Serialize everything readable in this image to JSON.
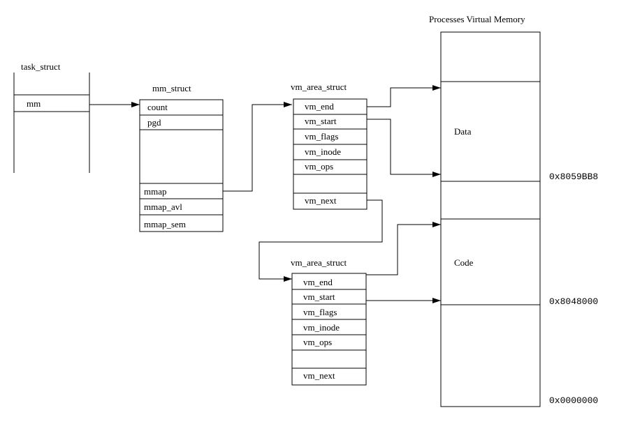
{
  "task_struct": {
    "title": "task_struct",
    "field_mm": "mm"
  },
  "mm_struct": {
    "title": "mm_struct",
    "fields": [
      "count",
      "pgd",
      "mmap",
      "mmap_avl",
      "mmap_sem"
    ]
  },
  "vm_area_1": {
    "title": "vm_area_struct",
    "fields": [
      "vm_end",
      "vm_start",
      "vm_flags",
      "vm_inode",
      "vm_ops",
      "vm_next"
    ]
  },
  "vm_area_2": {
    "title": "vm_area_struct",
    "fields": [
      "vm_end",
      "vm_start",
      "vm_flags",
      "vm_inode",
      "vm_ops",
      "vm_next"
    ]
  },
  "memory": {
    "title": "Processes Virtual Memory",
    "regions": [
      "Data",
      "Code"
    ],
    "addresses": [
      "0x8059BB8",
      "0x8048000",
      "0x0000000"
    ]
  }
}
